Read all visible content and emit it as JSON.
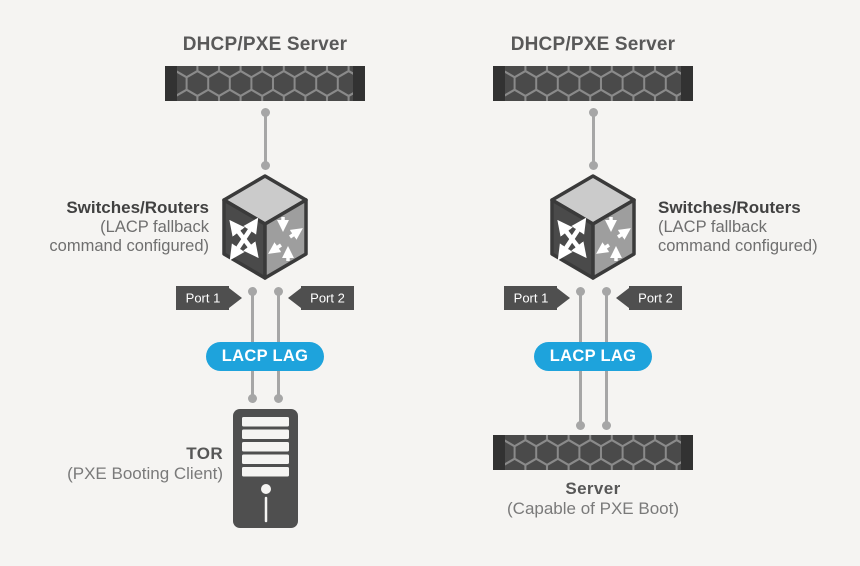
{
  "colors": {
    "background": "#f5f4f2",
    "device_dark": "#4a4a4a",
    "device_end_cap": "#323232",
    "hex_mesh_line": "#8a8a8a",
    "cube_top": "#cbcbcb",
    "cube_side": "#9e9e9e",
    "cube_outline": "#3a3a3a",
    "connector_gray": "#a6a6a6",
    "lag_blue": "#1ea3dc",
    "title_text": "#595959",
    "label_bold": "#414141",
    "label_sub": "#6f6f6f"
  },
  "left": {
    "title": "DHCP/PXE Server",
    "switch_label": {
      "line1": "Switches/Routers",
      "line2": "(LACP fallback",
      "line3": "command configured)"
    },
    "port1": "Port 1",
    "port2": "Port 2",
    "lag": "LACP LAG",
    "bottom_label": {
      "line1": "TOR",
      "line2": "(PXE Booting Client)"
    }
  },
  "right": {
    "title": "DHCP/PXE Server",
    "switch_label": {
      "line1": "Switches/Routers",
      "line2": "(LACP fallback",
      "line3": "command configured)"
    },
    "port1": "Port 1",
    "port2": "Port 2",
    "lag": "LACP LAG",
    "bottom_label": {
      "line1": "Server",
      "line2": "(Capable of PXE Boot)"
    }
  }
}
